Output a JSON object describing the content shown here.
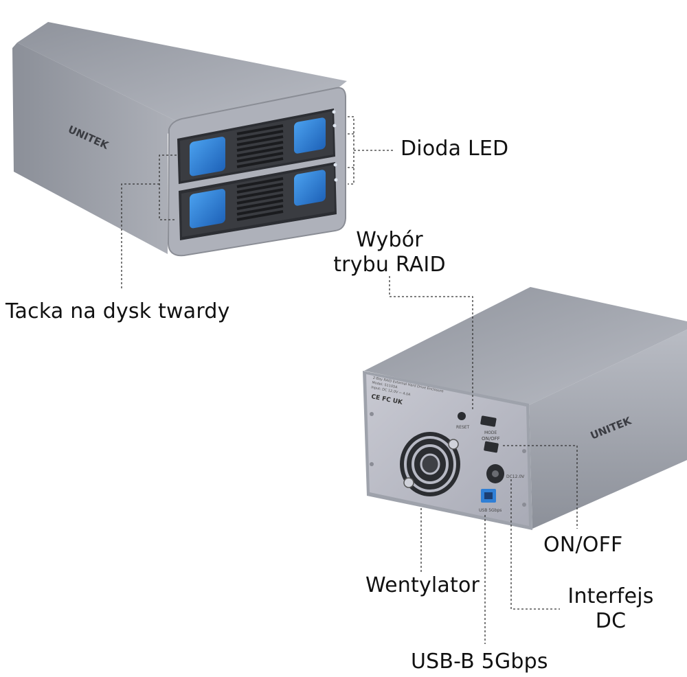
{
  "brand": "UNITEK",
  "callouts": {
    "led": "Dioda LED",
    "tray": "Tacka na dysk twardy",
    "raid": [
      "Wybór",
      "trybu RAID"
    ],
    "onoff": "ON/OFF",
    "fan": "Wentylator",
    "dc": [
      "Interfejs",
      "DC"
    ],
    "usb": "USB-B 5Gbps"
  },
  "panel_text": {
    "reset": "RESET",
    "mode": "MODE",
    "onoff": "ON/OFF",
    "dc": "DC12.0V",
    "usb": "USB 5Gbps",
    "certs": "CE FC UK",
    "info1": "2-Bay RAID External Hard Drive Enclosure",
    "info2": "Model: S1105A",
    "info3": "Input: DC 12.0V ⎓ 4.0A"
  },
  "colors": {
    "chassis": "#9ea2ab",
    "chassis_dark": "#7c808a",
    "panel": "#b7b9c4",
    "face": "#2d2f33",
    "handle": "#2f7fd6",
    "line": "#333333"
  }
}
